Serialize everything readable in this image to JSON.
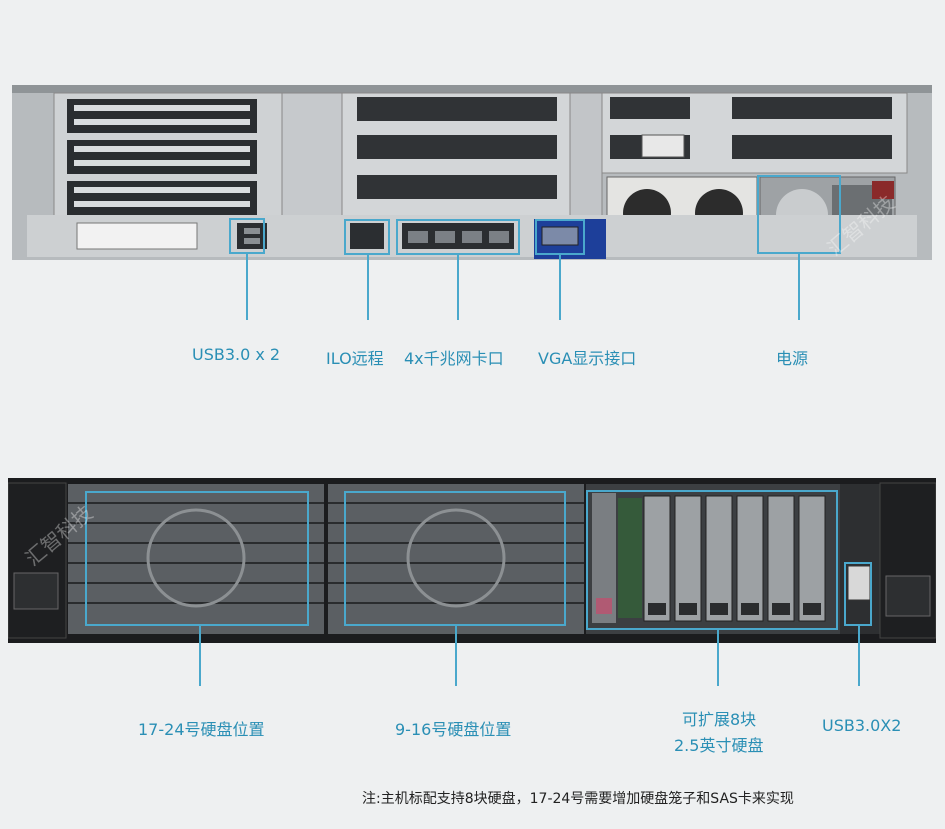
{
  "rear_labels": {
    "usb_rear": "USB3.0 x 2",
    "ilo": "ILO远程",
    "nic": "4x千兆网卡口",
    "vga": "VGA显示接口",
    "power": "电源"
  },
  "front_labels": {
    "bay_17_24": "17-24号硬盘位置",
    "bay_9_16": "9-16号硬盘位置",
    "expand_line1": "可扩展8块",
    "expand_line2": "2.5英寸硬盘",
    "usb_front": "USB3.0X2"
  },
  "note": "注:主机标配支持8块硬盘，17-24号需要增加硬盘笼子和SAS卡来实现",
  "watermark": "汇智科技",
  "colors": {
    "accent": "#2a8fb5",
    "highlight": "#4aa8cc",
    "background": "#eef0f1"
  }
}
